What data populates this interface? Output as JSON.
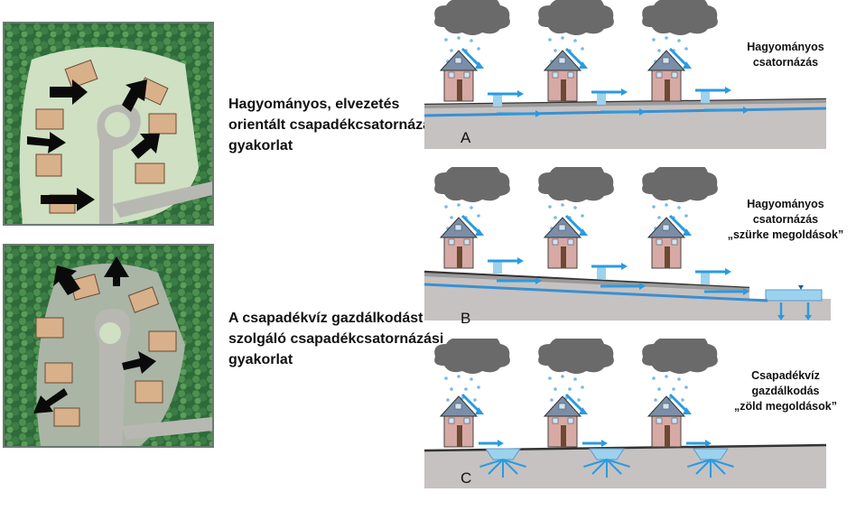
{
  "captions": {
    "traditional": [
      "Hagyományos, elvezetés",
      "orientált csapadékcsatornázási",
      "gyakorlat"
    ],
    "management": [
      "A csapadékvíz gazdálkodást",
      "szolgáló csapadékcsatornázási",
      "gyakorlat"
    ]
  },
  "scenes": [
    {
      "letter": "A",
      "label": [
        "Hagyományos",
        "csatornázás"
      ]
    },
    {
      "letter": "B",
      "label": [
        "Hagyományos",
        "csatornázás",
        "„szürke megoldások”"
      ]
    },
    {
      "letter": "C",
      "label": [
        "Csapadékvíz",
        "gazdálkodás",
        "„zöld megoldások”"
      ]
    }
  ],
  "colors": {
    "ground": "#c6c2c1",
    "pipe": "#3a8fd1",
    "water": "#9dd2ee",
    "arrow": "#2a9be0",
    "cloud": "#6a6a6a",
    "house": "#d7a9a5",
    "roof": "#7a8ea8"
  }
}
